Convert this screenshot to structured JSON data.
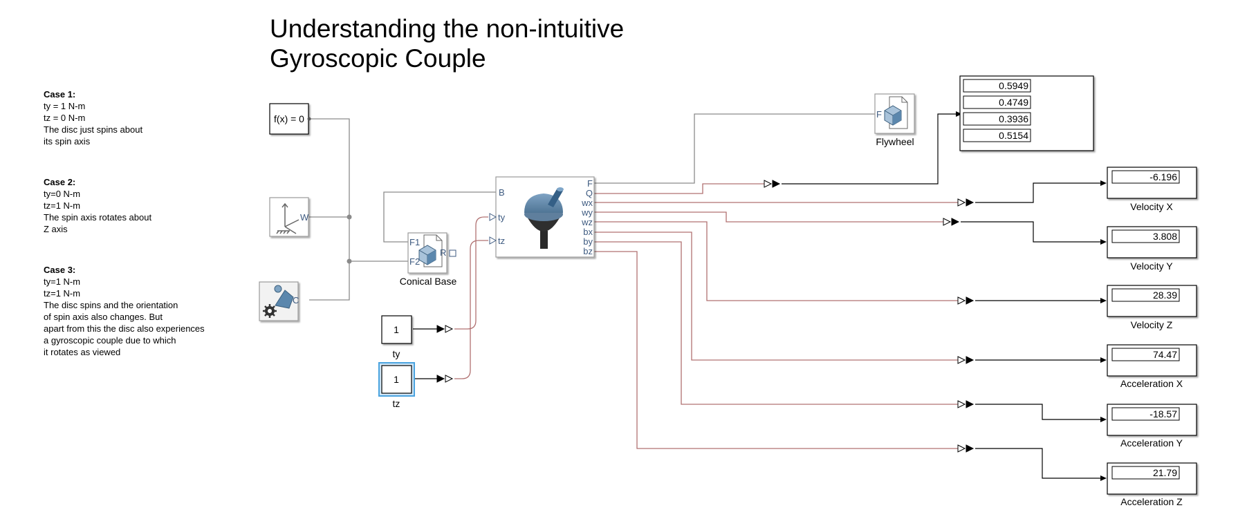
{
  "title": {
    "line1": "Understanding the non-intuitive",
    "line2": "Gyroscopic Couple"
  },
  "notes": [
    {
      "heading": "Case 1:",
      "lines": [
        "ty = 1 N-m",
        "tz = 0 N-m",
        "The disc just spins about",
        "its spin axis"
      ]
    },
    {
      "heading": "Case 2:",
      "lines": [
        "ty=0 N-m",
        "tz=1 N-m",
        "The spin axis rotates about",
        "Z axis"
      ]
    },
    {
      "heading": "Case 3:",
      "lines": [
        "ty=1 N-m",
        "tz=1 N-m",
        "The disc spins and the orientation",
        "of spin axis also changes. But",
        "apart from this the disc also experiences",
        "a gyroscopic couple due to which",
        "it rotates as viewed"
      ]
    }
  ],
  "blocks": {
    "solver": {
      "text": "f(x) = 0"
    },
    "world_frame": {
      "port": "W"
    },
    "mech_config": {
      "port": "C"
    },
    "conical_base": {
      "label": "Conical Base",
      "ports": [
        "F1",
        "F2",
        "R"
      ]
    },
    "gyro": {
      "left_ports": [
        "B",
        "ty",
        "tz"
      ],
      "right_ports": [
        "F",
        "Q",
        "wx",
        "wy",
        "wz",
        "bx",
        "by",
        "bz"
      ]
    },
    "flywheel": {
      "label": "Flywheel",
      "port": "F"
    },
    "const_ty": {
      "value": "1",
      "label": "ty"
    },
    "const_tz": {
      "value": "1",
      "label": "tz"
    }
  },
  "quat_display": {
    "values": [
      "0.5949",
      "0.4749",
      "0.3936",
      "0.5154"
    ]
  },
  "displays": [
    {
      "label": "Velocity X",
      "value": "-6.196"
    },
    {
      "label": "Velocity Y",
      "value": "3.808"
    },
    {
      "label": "Velocity Z",
      "value": "28.39"
    },
    {
      "label": "Acceleration X",
      "value": "74.47"
    },
    {
      "label": "Acceleration Y",
      "value": "-18.57"
    },
    {
      "label": "Acceleration Z",
      "value": "21.79"
    }
  ],
  "colors": {
    "physical_line": "#8a8a8a",
    "signal_line": "#000000",
    "ps_line": "#b07070",
    "selection": "#4aa3df",
    "icon_blue": "#5b87ad"
  }
}
